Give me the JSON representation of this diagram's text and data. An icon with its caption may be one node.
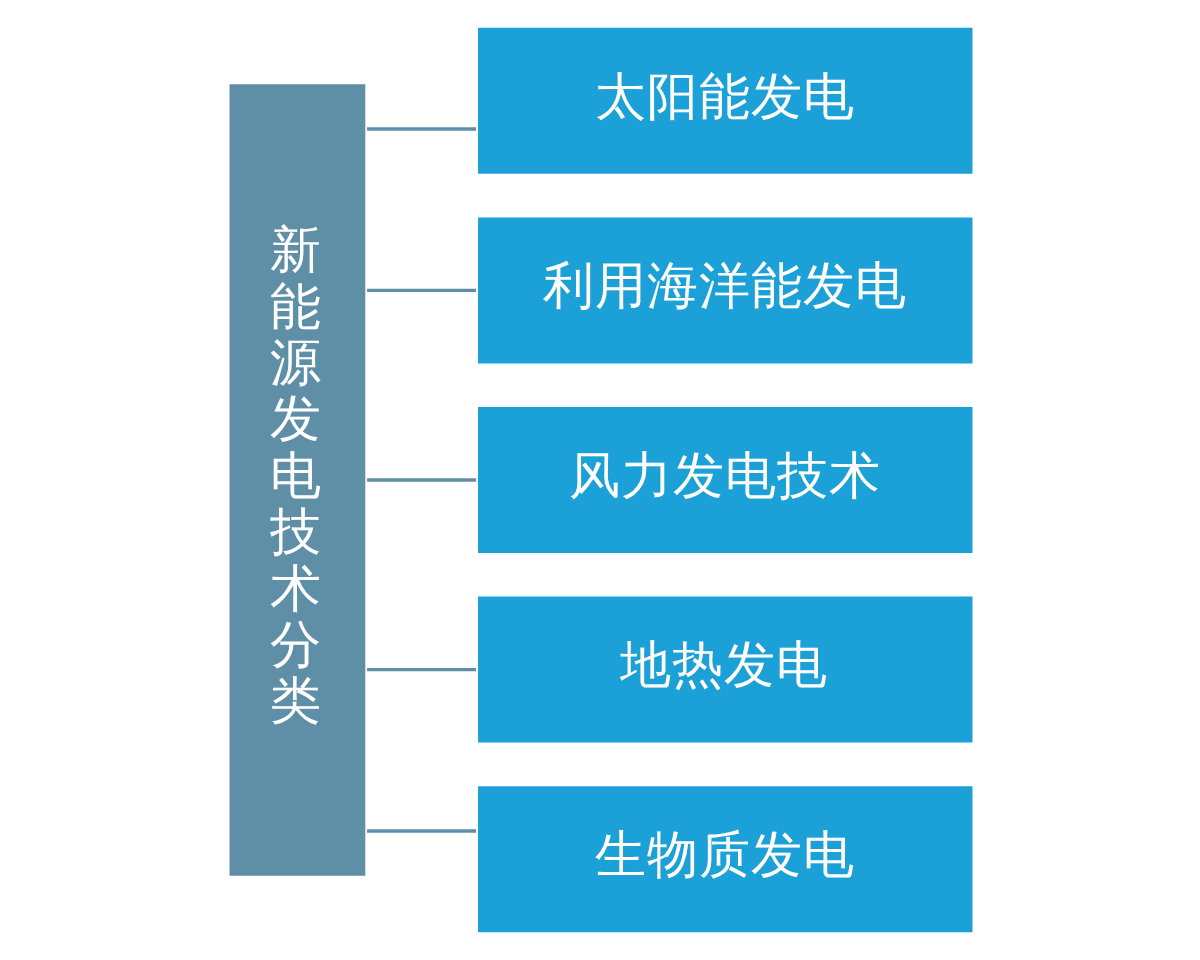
{
  "diagram": {
    "nodes": [
      {
        "text": [
          "新能源发电技术分类"
        ]
      },
      {
        "text": [
          "太阳能发电"
        ]
      },
      {
        "text": [
          "利用海洋能发电"
        ]
      },
      {
        "text": [
          "风力发电技术"
        ]
      },
      {
        "text": [
          "地热发电"
        ]
      },
      {
        "text": [
          "生物质发电"
        ]
      }
    ],
    "edges": [
      {
        "from": 0,
        "to": 1,
        "arrow": "none"
      },
      {
        "from": 0,
        "to": 2,
        "arrow": "none"
      },
      {
        "from": 0,
        "to": 3,
        "arrow": "none"
      },
      {
        "from": 0,
        "to": 4,
        "arrow": "none"
      },
      {
        "from": 0,
        "to": 5,
        "arrow": "none"
      }
    ]
  }
}
